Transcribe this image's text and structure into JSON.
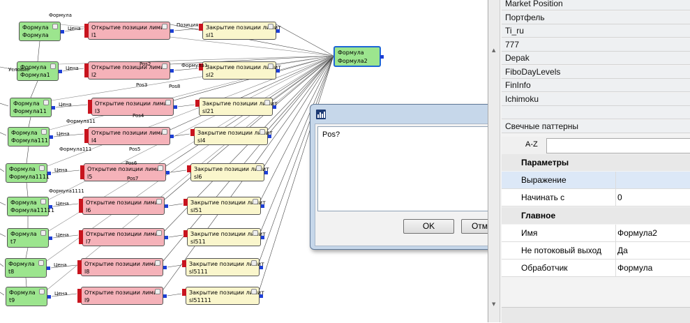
{
  "canvas": {
    "rows": [
      {
        "cond": [
          "Формула",
          "Формула"
        ],
        "open": "Открытие позиции лимит",
        "open_id": "l1",
        "close": "Закрытие позиции лимит",
        "close_id": "sl1",
        "price": "Цена"
      },
      {
        "cond": [
          "Формула",
          "Формула1"
        ],
        "open": "Открытие позиции лимит",
        "open_id": "l2",
        "close": "Закрытие позиции лимит",
        "close_id": "sl2",
        "price": "Цена"
      },
      {
        "cond": [
          "Формула",
          "Формула11"
        ],
        "open": "Открытие позиции лимит",
        "open_id": "l3",
        "close": "Закрытие позиции лимит",
        "close_id": "sl21",
        "price": "Цена"
      },
      {
        "cond": [
          "Формула",
          "Формула111"
        ],
        "open": "Открытие позиции лимит",
        "open_id": "l4",
        "close": "Закрытие позиции лимит",
        "close_id": "sl4",
        "price": "Цена"
      },
      {
        "cond": [
          "Формула",
          "Формула1111"
        ],
        "open": "Открытие позиции лимит",
        "open_id": "l5",
        "close": "Закрытие позиции лимит",
        "close_id": "sl6",
        "price": "Цена"
      },
      {
        "cond": [
          "Формула",
          "Формула11111"
        ],
        "open": "Открытие позиции лимит",
        "open_id": "l6",
        "close": "Закрытие позиции лимит",
        "close_id": "sl51",
        "price": "Цена"
      },
      {
        "cond": [
          "Формула",
          "t7"
        ],
        "open": "Открытие позиции лимит",
        "open_id": "l7",
        "close": "Закрытие позиции лимит",
        "close_id": "sl511",
        "price": "Цена"
      },
      {
        "cond": [
          "Формула",
          "t8"
        ],
        "open": "Открытие позиции лимит",
        "open_id": "l8",
        "close": "Закрытие позиции лимит",
        "close_id": "sl5111",
        "price": "Цена"
      },
      {
        "cond": [
          "Формула",
          "t9"
        ],
        "open": "Открытие позиции лимит",
        "open_id": "l9",
        "close": "Закрытие позиции лимит",
        "close_id": "sl51111",
        "price": "Цена"
      }
    ],
    "selected_node": [
      "Формула",
      "Формула2"
    ],
    "wire_labels": [
      "Формула",
      "Позиция",
      "Условие",
      "Формула1",
      "Pos2",
      "Pos3",
      "Pos4",
      "Pos5",
      "Pos6",
      "Pos7",
      "Pos8",
      "Формула11",
      "Формула111",
      "Формула1111"
    ]
  },
  "dialog": {
    "text": "Pos?",
    "ok": "OK",
    "cancel": "Отмена",
    "close": "✕"
  },
  "panel": {
    "list_items": [
      "Market Position",
      "Портфель",
      "Ti_ru",
      "777",
      "Depak",
      "FiboDayLevels",
      "FinInfo",
      "Ichimoku",
      "",
      "Свечные паттерны"
    ],
    "sort_label": "A-Z",
    "cat_params": "Параметры",
    "prop_expr_key": "Выражение",
    "prop_expr_val": "",
    "prop_start_key": "Начинать с",
    "prop_start_val": "0",
    "cat_main": "Главное",
    "prop_name_key": "Имя",
    "prop_name_val": "Формула2",
    "prop_stream_key": "Не потоковый выход",
    "prop_stream_val": "Да",
    "prop_handler_key": "Обработчик",
    "prop_handler_val": "Формула"
  }
}
